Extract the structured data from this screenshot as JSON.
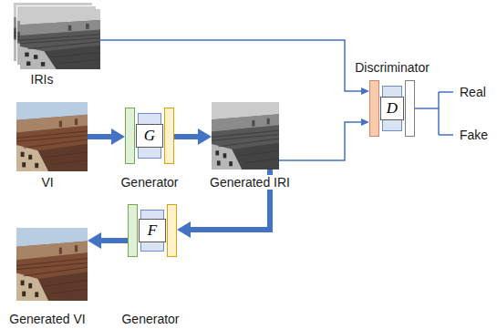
{
  "diagram": {
    "nodes": [
      {
        "text": [
          "IRIs"
        ]
      },
      {
        "text": [
          "D",
          "Discriminator"
        ]
      },
      {
        "text": [
          "VI"
        ]
      },
      {
        "text": [
          "G",
          "Generator"
        ]
      },
      {
        "text": [
          "Generated IRI"
        ]
      },
      {
        "text": [
          "F",
          "Generator"
        ]
      },
      {
        "text": [
          "Generated VI"
        ]
      }
    ],
    "edges": [
      {
        "from": 2,
        "to": 3,
        "arrow": "to"
      },
      {
        "from": 3,
        "to": 4,
        "arrow": "to"
      },
      {
        "from": 4,
        "to": 5,
        "arrow": "to"
      },
      {
        "from": 5,
        "to": 6,
        "arrow": "to"
      },
      {
        "from": 0,
        "to": 1,
        "arrow": "to"
      },
      {
        "from": 4,
        "to": 1,
        "arrow": "to"
      }
    ],
    "labels": [
      "Real",
      "Fake"
    ]
  }
}
